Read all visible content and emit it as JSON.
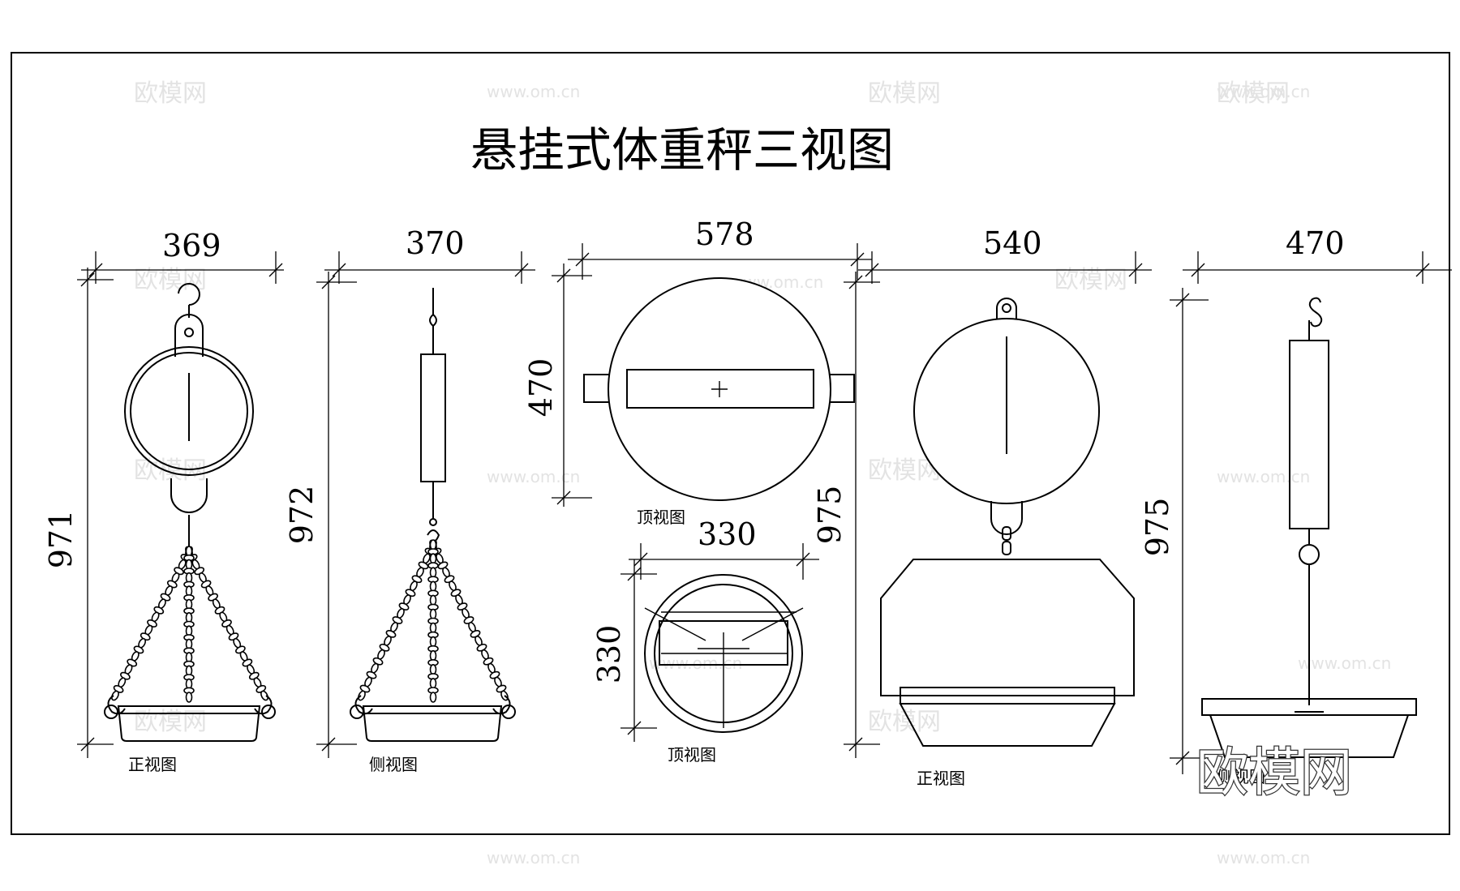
{
  "title": "悬挂式体重秤三视图",
  "views": {
    "v1": {
      "width": "369",
      "height": "971",
      "caption": "正视图"
    },
    "v2": {
      "width": "370",
      "height": "972",
      "caption": "侧视图"
    },
    "v3": {
      "width": "578",
      "height": "470",
      "caption": "顶视图"
    },
    "v4": {
      "width": "330",
      "height": "330",
      "caption": "顶视图"
    },
    "v5": {
      "width": "540",
      "height": "975",
      "caption": "正视图"
    },
    "v6": {
      "width": "470",
      "height": "975",
      "caption": "侧视图"
    }
  },
  "watermark": {
    "brand": "欧模网",
    "url": "www.om.cn"
  }
}
